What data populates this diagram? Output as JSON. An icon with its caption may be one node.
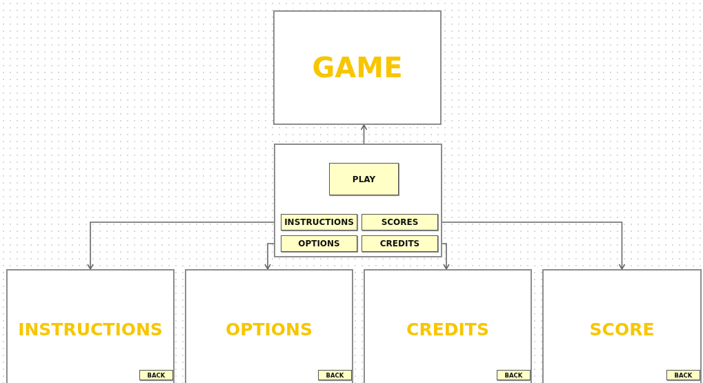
{
  "diagram": {
    "nodes": [
      {
        "text": [
          "GAME"
        ]
      },
      {
        "text": [],
        "shape": "box"
      },
      {
        "text": [
          "PLAY"
        ],
        "in": 1
      },
      {
        "text": [
          "INSTRUCTIONS"
        ],
        "in": 1
      },
      {
        "text": [
          "SCORES"
        ],
        "in": 1
      },
      {
        "text": [
          "OPTIONS"
        ],
        "in": 1
      },
      {
        "text": [
          "CREDITS"
        ],
        "in": 1
      },
      {
        "text": [
          "INSTRUCTIONS"
        ]
      },
      {
        "text": [
          "BACK"
        ],
        "in": 7
      },
      {
        "text": [
          "OPTIONS"
        ]
      },
      {
        "text": [
          "BACK"
        ],
        "in": 9
      },
      {
        "text": [
          "CREDITS"
        ]
      },
      {
        "text": [
          "BACK"
        ],
        "in": 11
      },
      {
        "text": [
          "SCORE"
        ]
      },
      {
        "text": [
          "BACK"
        ],
        "in": 13
      }
    ],
    "edges": [
      {
        "from": 2,
        "to": 0,
        "arrow": "to"
      },
      {
        "from": 3,
        "to": 7,
        "arrow": "to"
      },
      {
        "from": 5,
        "to": 9,
        "arrow": "to"
      },
      {
        "from": 6,
        "to": 11,
        "arrow": "to"
      },
      {
        "from": 4,
        "to": 13,
        "arrow": "to"
      }
    ]
  }
}
